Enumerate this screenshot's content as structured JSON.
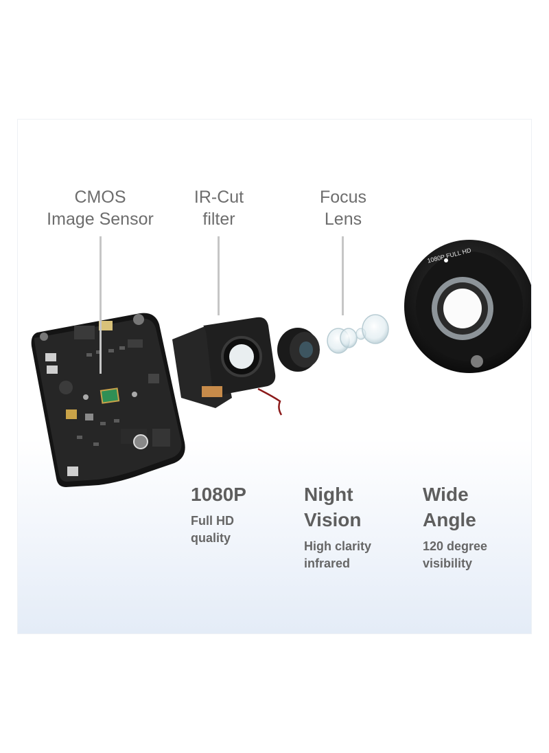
{
  "callouts": {
    "cmos": {
      "line1": "CMOS",
      "line2": "Image Sensor"
    },
    "ircut": {
      "line1": "IR-Cut",
      "line2": "filter"
    },
    "focus": {
      "line1": "Focus",
      "line2": "Lens"
    }
  },
  "bezel_text": "1080P FULL HD",
  "features": [
    {
      "title_line1": "1080P",
      "title_line2": "",
      "desc_line1": "Full HD",
      "desc_line2": "quality"
    },
    {
      "title_line1": "Night",
      "title_line2": "Vision",
      "desc_line1": "High clarity",
      "desc_line2": "infrared"
    },
    {
      "title_line1": "Wide",
      "title_line2": "Angle",
      "desc_line1": "120 degree",
      "desc_line2": "visibility"
    }
  ],
  "colors": {
    "text": "#6d6d6d",
    "leader": "#c6c6c6",
    "pcb": "#1e1e1e",
    "gradient_bottom": "#e4ecf7"
  }
}
